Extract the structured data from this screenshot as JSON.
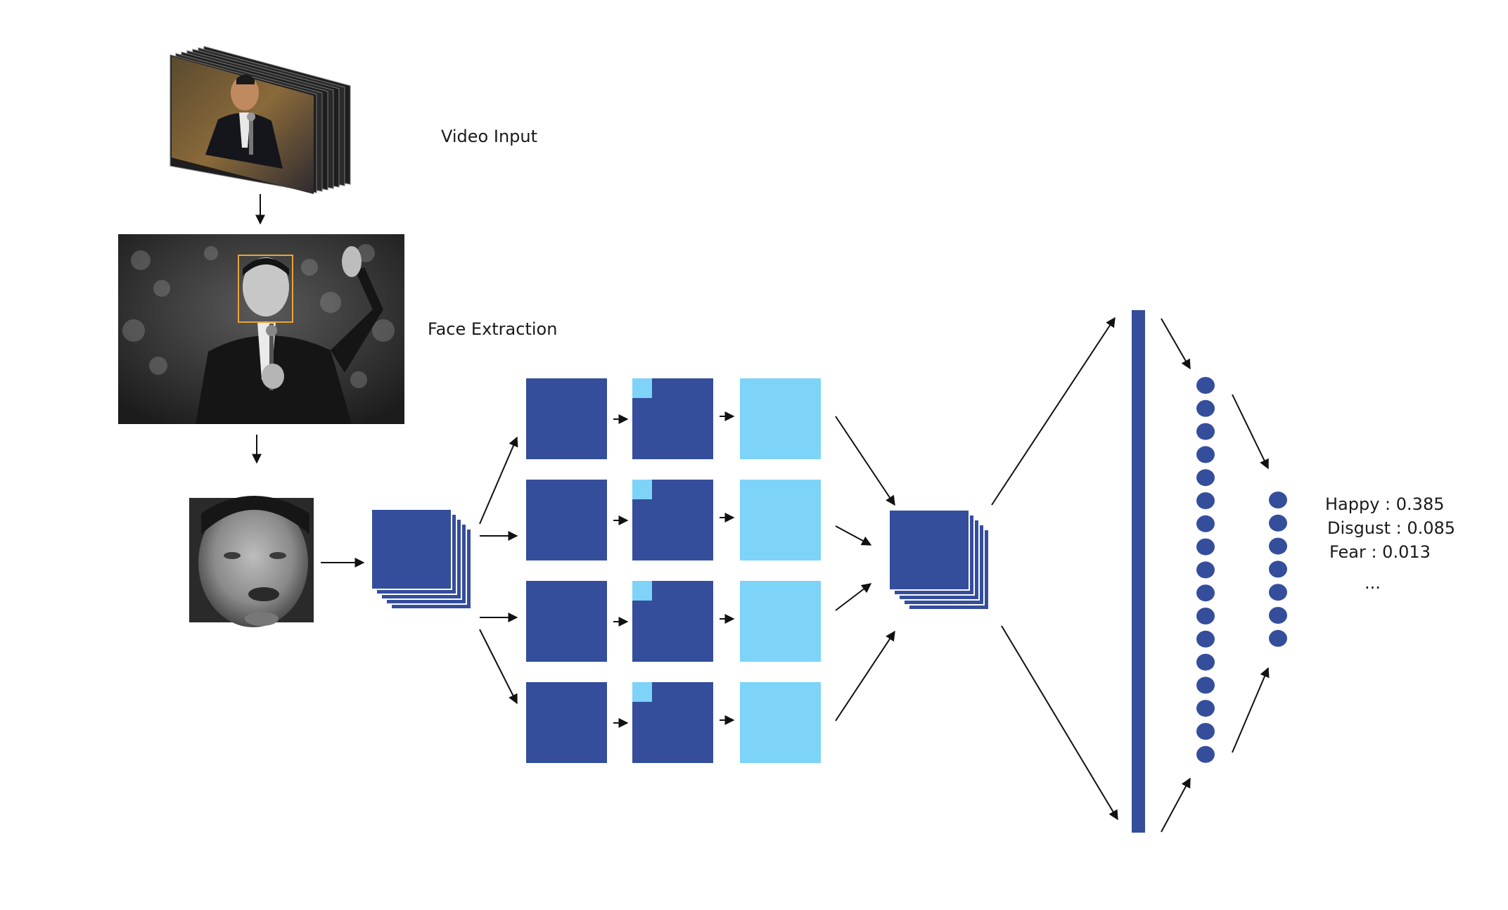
{
  "labels": {
    "video_input": "Video Input",
    "face_extraction": "Face Extraction"
  },
  "outputs": [
    {
      "text": "Happy : 0.385"
    },
    {
      "text": "Disgust : 0.085"
    },
    {
      "text": "Fear : 0.013"
    },
    {
      "text": "..."
    }
  ],
  "colors": {
    "dark_blue": "#344e9c",
    "light_blue": "#7dd3f8",
    "face_box": "#e8a33a",
    "arrow": "#111111"
  }
}
